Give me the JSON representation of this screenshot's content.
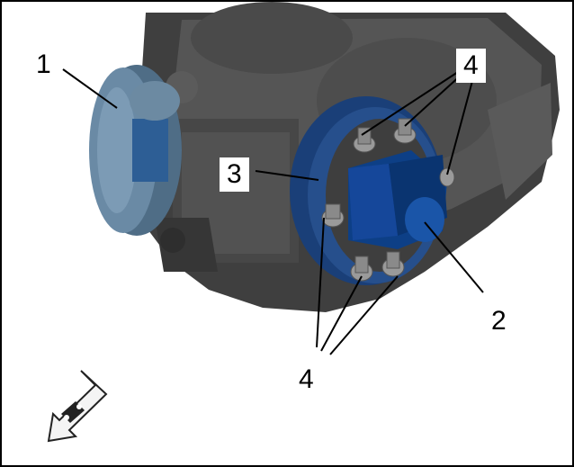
{
  "callouts": {
    "c1": "1",
    "c2": "2",
    "c3": "3",
    "c4_top": "4",
    "c4_bottom": "4"
  },
  "colors": {
    "housing": "#4a4a4a",
    "housing_dark": "#2e2e2e",
    "pulley_blue": "#5f7e97",
    "flange_blue": "#12356b",
    "hub_blue": "#0b3a7a",
    "leader": "#000000"
  },
  "icons": {
    "direction_arrow": "car-forward-direction-icon"
  }
}
